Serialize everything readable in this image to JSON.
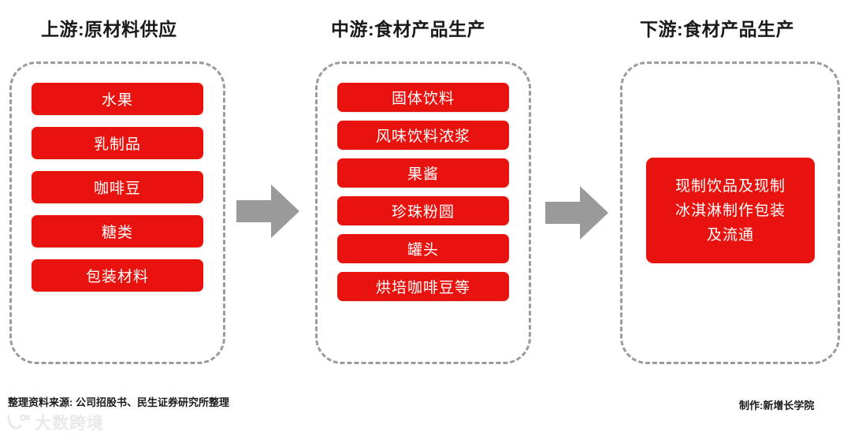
{
  "columns": [
    {
      "id": "upstream",
      "title": "上游:原材料供应",
      "items": [
        {
          "label": "水果"
        },
        {
          "label": "乳制品"
        },
        {
          "label": "咖啡豆"
        },
        {
          "label": "糖类"
        },
        {
          "label": "包装材料"
        }
      ]
    },
    {
      "id": "midstream",
      "title": "中游:食材产品生产",
      "items": [
        {
          "label": "固体饮料"
        },
        {
          "label": "风味饮料浓浆"
        },
        {
          "label": "果酱"
        },
        {
          "label": "珍珠粉圆"
        },
        {
          "label": "罐头"
        },
        {
          "label": "烘培咖啡豆等"
        }
      ]
    },
    {
      "id": "downstream",
      "title": "下游:食材产品生产",
      "items": [
        {
          "label": "现制饮品及现制冰淇淋制作包装及流通"
        }
      ]
    }
  ],
  "downstream_box_lines": [
    "现制饮品及现制",
    "冰淇淋制作包装",
    "及流通"
  ],
  "arrows": [
    {
      "name": "arrow-upstream-to-midstream",
      "direction": "right"
    },
    {
      "name": "arrow-midstream-to-downstream",
      "direction": "right"
    }
  ],
  "footer": {
    "source": "整理资料来源: 公司招股书、民生证券研究所整理",
    "credit": "制作:新增长学院"
  },
  "watermark": {
    "text": "大数跨境"
  },
  "colors": {
    "box_red": "#e8130f",
    "box_text": "#ffffff",
    "dashed_border": "#9b9b9b",
    "arrow_gray": "#9a9a9a",
    "title_text": "#1a1a1a"
  }
}
